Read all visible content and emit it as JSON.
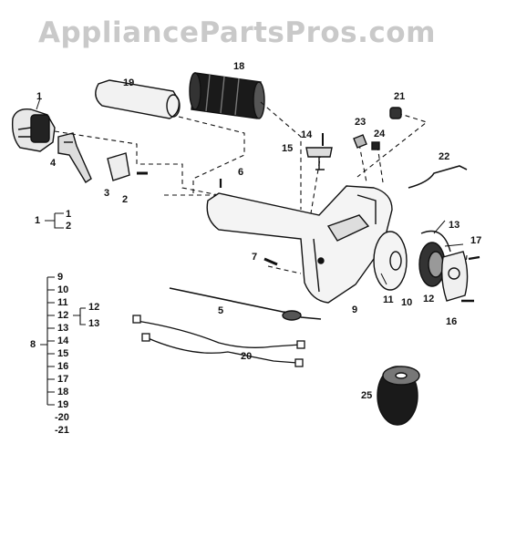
{
  "watermark": "AppliancePartsPros.com",
  "callouts": {
    "c1": "1",
    "c2": "2",
    "c3": "3",
    "c4": "4",
    "c5": "5",
    "c6": "6",
    "c7": "7",
    "c9": "9",
    "c10": "10",
    "c11": "11",
    "c12": "12",
    "c13": "13",
    "c14": "14",
    "c15": "15",
    "c16": "16",
    "c17": "17",
    "c18": "18",
    "c19": "19",
    "c20": "20",
    "c21": "21",
    "c22": "22",
    "c23": "23",
    "c24": "24",
    "c25": "25"
  },
  "assembly_1": {
    "parent": "1",
    "children": [
      "1",
      "2"
    ]
  },
  "assembly_8": {
    "parent": "8",
    "items": [
      "9",
      "10",
      "11",
      "12",
      "13",
      "14",
      "15",
      "16",
      "17",
      "18",
      "19",
      "-20",
      "-21"
    ],
    "sub_group": {
      "children": [
        "12",
        "13"
      ]
    }
  }
}
